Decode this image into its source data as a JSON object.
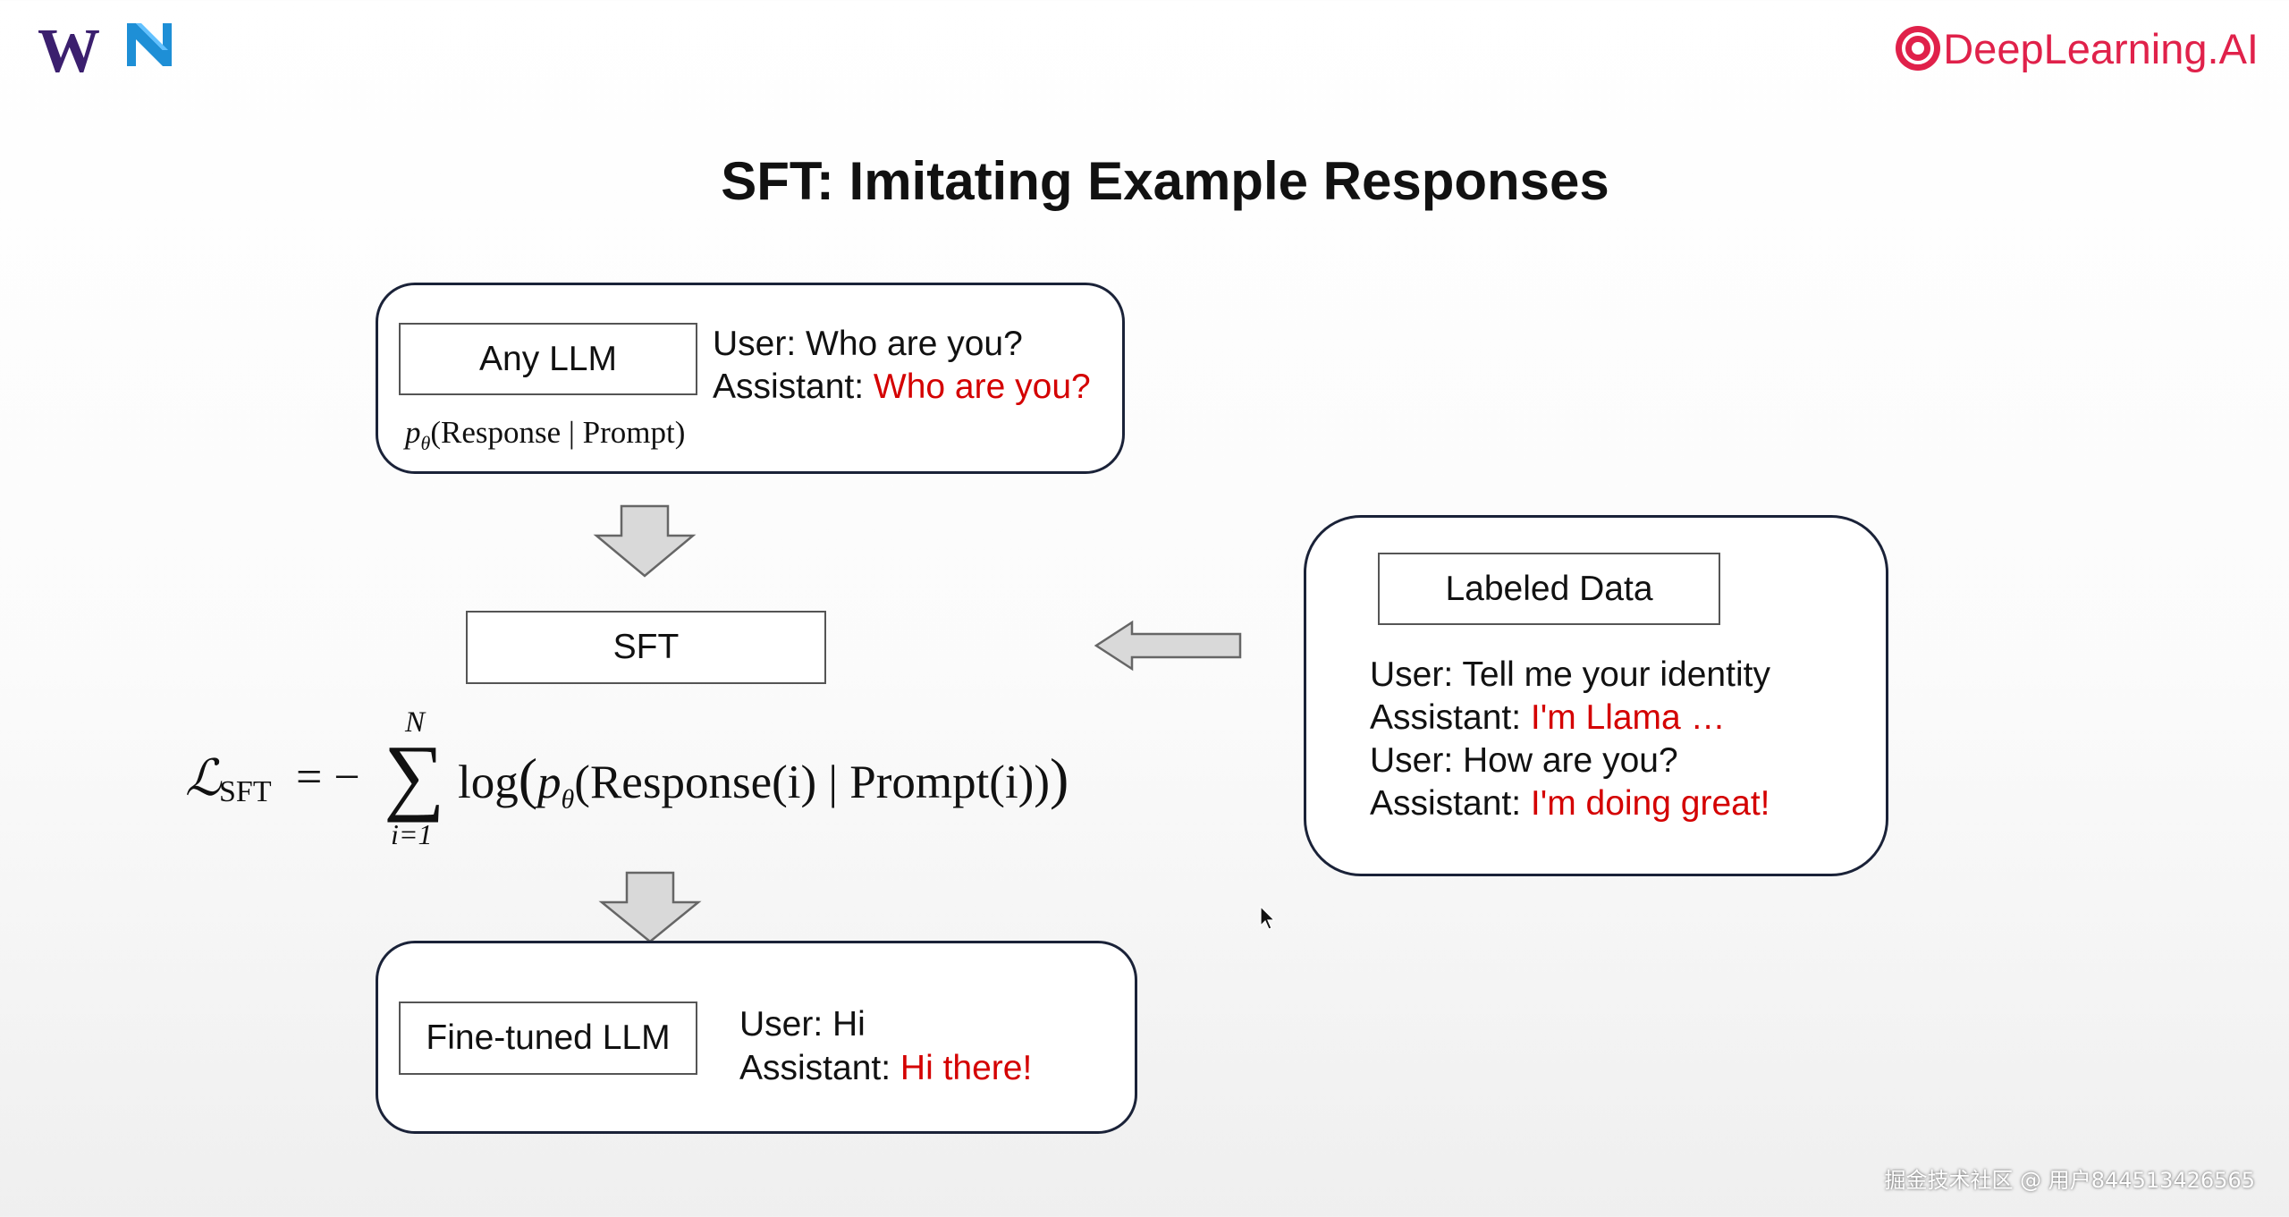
{
  "header": {
    "logo_left_1": "W",
    "logo_left_2": "N",
    "logo_right": "DeepLearning.AI"
  },
  "title": "SFT: Imitating Example Responses",
  "top_box": {
    "model_label": "Any LLM",
    "user_prefix": "User: ",
    "user_text": "Who are you?",
    "assistant_prefix": "Assistant: ",
    "assistant_text": "Who are you?",
    "formula_p": "p",
    "formula_theta": "θ",
    "formula_rest": "(Response | Prompt)"
  },
  "sft_box": {
    "label": "SFT"
  },
  "loss": {
    "script_l": "ℒ",
    "subscript": "SFT",
    "equals_minus": "= −",
    "sum_symbol": "∑",
    "sum_upper": "N",
    "sum_lower": "i=1",
    "body_log": "log",
    "body_p": "p",
    "body_theta": "θ",
    "body_rest": "(Response(i) | Prompt(i))",
    "close": ")"
  },
  "labeled_data": {
    "title": "Labeled Data",
    "lines": [
      {
        "prefix": "User: ",
        "text": "Tell me your identity",
        "highlight": false
      },
      {
        "prefix": "Assistant: ",
        "text": "I'm Llama …",
        "highlight": true
      },
      {
        "prefix": "User: ",
        "text": "How are you?",
        "highlight": false
      },
      {
        "prefix": "Assistant: ",
        "text": "I'm doing great!",
        "highlight": true
      }
    ]
  },
  "bottom_box": {
    "model_label": "Fine-tuned LLM",
    "user_prefix": "User: ",
    "user_text": "Hi",
    "assistant_prefix": "Assistant: ",
    "assistant_text": "Hi there!"
  },
  "watermark": "掘金技术社区 @ 用户844513426565",
  "colors": {
    "highlight": "#d40000",
    "box_border": "#1a2238",
    "arrow_fill": "#d9d9d9",
    "brand_purple": "#3b1f6e",
    "brand_blue": "#1e8fd6",
    "brand_red": "#e0214a"
  }
}
